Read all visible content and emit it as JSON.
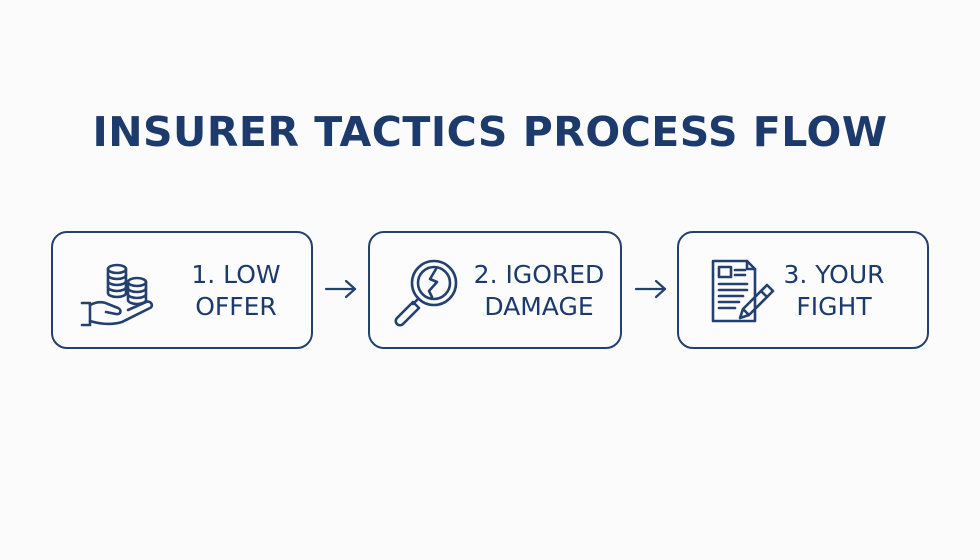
{
  "title": "INSURER TACTICS PROCESS FLOW",
  "steps": [
    {
      "line1": "1. LOW",
      "line2": "OFFER",
      "icon": "hand-coins-icon"
    },
    {
      "line1": "2. IGORED",
      "line2": "DAMAGE",
      "icon": "magnifier-crack-icon"
    },
    {
      "line1": "3. YOUR",
      "line2": "FIGHT",
      "icon": "document-pen-icon"
    }
  ],
  "colors": {
    "primary": "#1c3a6b",
    "border": "#23406e",
    "background": "#fbfbfb"
  }
}
